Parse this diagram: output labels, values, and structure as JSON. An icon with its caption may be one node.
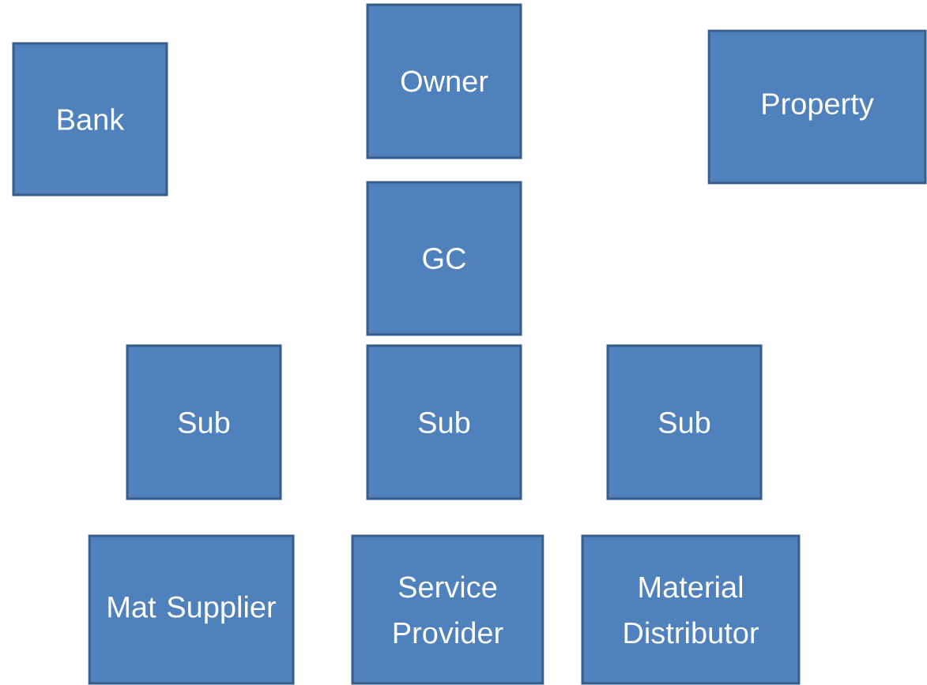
{
  "diagram": {
    "nodes": [
      {
        "text": [
          "Bank"
        ]
      },
      {
        "text": [
          "Owner"
        ]
      },
      {
        "text": [
          "Property"
        ]
      },
      {
        "text": [
          "GC"
        ]
      },
      {
        "text": [
          "Sub"
        ]
      },
      {
        "text": [
          "Sub"
        ]
      },
      {
        "text": [
          "Sub"
        ]
      },
      {
        "text": [
          "Mat Supplier"
        ]
      },
      {
        "text": [
          "Service Provider"
        ]
      },
      {
        "text": [
          "Material Distributor"
        ]
      }
    ]
  }
}
